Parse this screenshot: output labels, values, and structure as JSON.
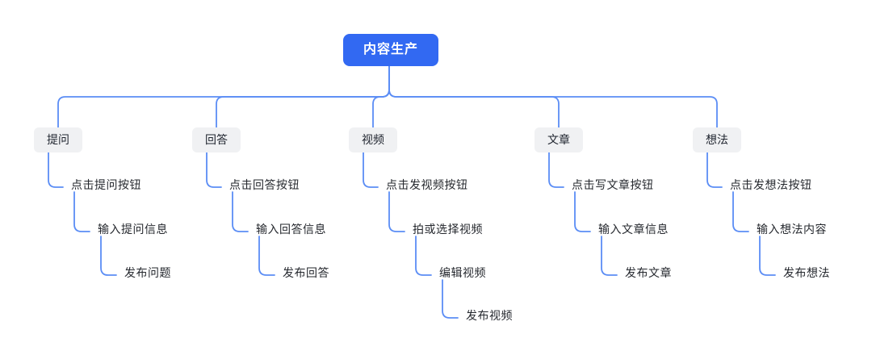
{
  "root": {
    "label": "内容生产"
  },
  "branches": [
    {
      "label": "提问",
      "steps": [
        "点击提问按钮",
        "输入提问信息",
        "发布问题"
      ]
    },
    {
      "label": "回答",
      "steps": [
        "点击回答按钮",
        "输入回答信息",
        "发布回答"
      ]
    },
    {
      "label": "视频",
      "steps": [
        "点击发视频按钮",
        "拍或选择视频",
        "编辑视频",
        "发布视频"
      ]
    },
    {
      "label": "文章",
      "steps": [
        "点击写文章按钮",
        "输入文章信息",
        "发布文章"
      ]
    },
    {
      "label": "想法",
      "steps": [
        "点击发想法按钮",
        "输入想法内容",
        "发布想法"
      ]
    }
  ],
  "colors": {
    "root_bg": "#3269f2",
    "root_text": "#ffffff",
    "branch_bg": "#f0f1f3",
    "branch_text": "#212630",
    "step_text": "#25282e",
    "line": "#5b8df5",
    "background": "#ffffff"
  }
}
